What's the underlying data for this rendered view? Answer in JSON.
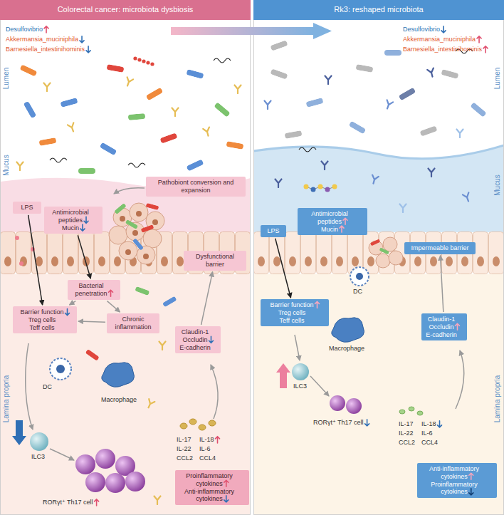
{
  "diagram": {
    "nodes": [
      {
        "text": [
          "Colorectal cancer: microbiota dysbiosis"
        ]
      },
      {
        "text": [
          "Rk3: reshaped microbiota"
        ]
      },
      {
        "text": [
          "Pathobiont conversion and expansion"
        ]
      },
      {
        "text": [
          "LPS"
        ]
      },
      {
        "text": [
          "Antimicrobial peptides",
          "Mucin"
        ]
      },
      {
        "text": [
          "Dysfunctional barrier"
        ]
      },
      {
        "text": [
          "Bacterial penetration"
        ]
      },
      {
        "text": [
          "Barrier function",
          "Treg cells",
          "Teff cells"
        ]
      },
      {
        "text": [
          "Chronic inflammation"
        ]
      },
      {
        "text": [
          "Claudin-1",
          "Occludin",
          "E-cadherin"
        ]
      },
      {
        "text": [
          "Proinflammatory cytokines",
          "Anti-inflammatory cytokines"
        ]
      },
      {
        "text": [
          "LPS"
        ]
      },
      {
        "text": [
          "Antimicrobial peptides",
          "Mucin"
        ]
      },
      {
        "text": [
          "Impermeable barrier"
        ]
      },
      {
        "text": [
          "Barrier function",
          "Treg cells",
          "Teff cells"
        ]
      },
      {
        "text": [
          "Claudin-1",
          "Occludin",
          "E-cadherin"
        ]
      },
      {
        "text": [
          "Anti-inflammatory cytokines",
          "Proinflammatory cytokines"
        ]
      }
    ],
    "edges": [
      {
        "from": 3,
        "to": 7,
        "arrow": "to"
      },
      {
        "from": 4,
        "to": 6,
        "arrow": "to"
      },
      {
        "from": 6,
        "to": 7,
        "arrow": "to"
      },
      {
        "from": 6,
        "to": 8,
        "arrow": "to"
      },
      {
        "from": 8,
        "to": 7,
        "arrow": "to"
      },
      {
        "from": 9,
        "to": 5,
        "arrow": "to"
      },
      {
        "from": 11,
        "to": 14,
        "arrow": "to"
      },
      {
        "from": 15,
        "to": 13,
        "arrow": "to"
      }
    ],
    "labels": [
      "Desulfovibrio",
      "Akkermansia_muciniphila",
      "Barnesiella_intestinihominis",
      "Desulfovibrio",
      "Akkermansia_muciniphila",
      "Barnesiella_intestinihominis",
      "Lumen",
      "Mucus",
      "Lamina propria",
      "Lumen",
      "Mucus",
      "Lamina propria",
      "DC",
      "Macrophage",
      "ILC3",
      "RORγt⁺ Th17 cell",
      "IL-17",
      "IL-18",
      "IL-22",
      "IL-6",
      "CCL2",
      "CCL4",
      "DC",
      "Macrophage",
      "ILC3",
      "RORγt⁺ Th17 cell",
      "IL-17",
      "IL-18",
      "IL-22",
      "IL-6",
      "CCL2",
      "CCL4"
    ]
  }
}
